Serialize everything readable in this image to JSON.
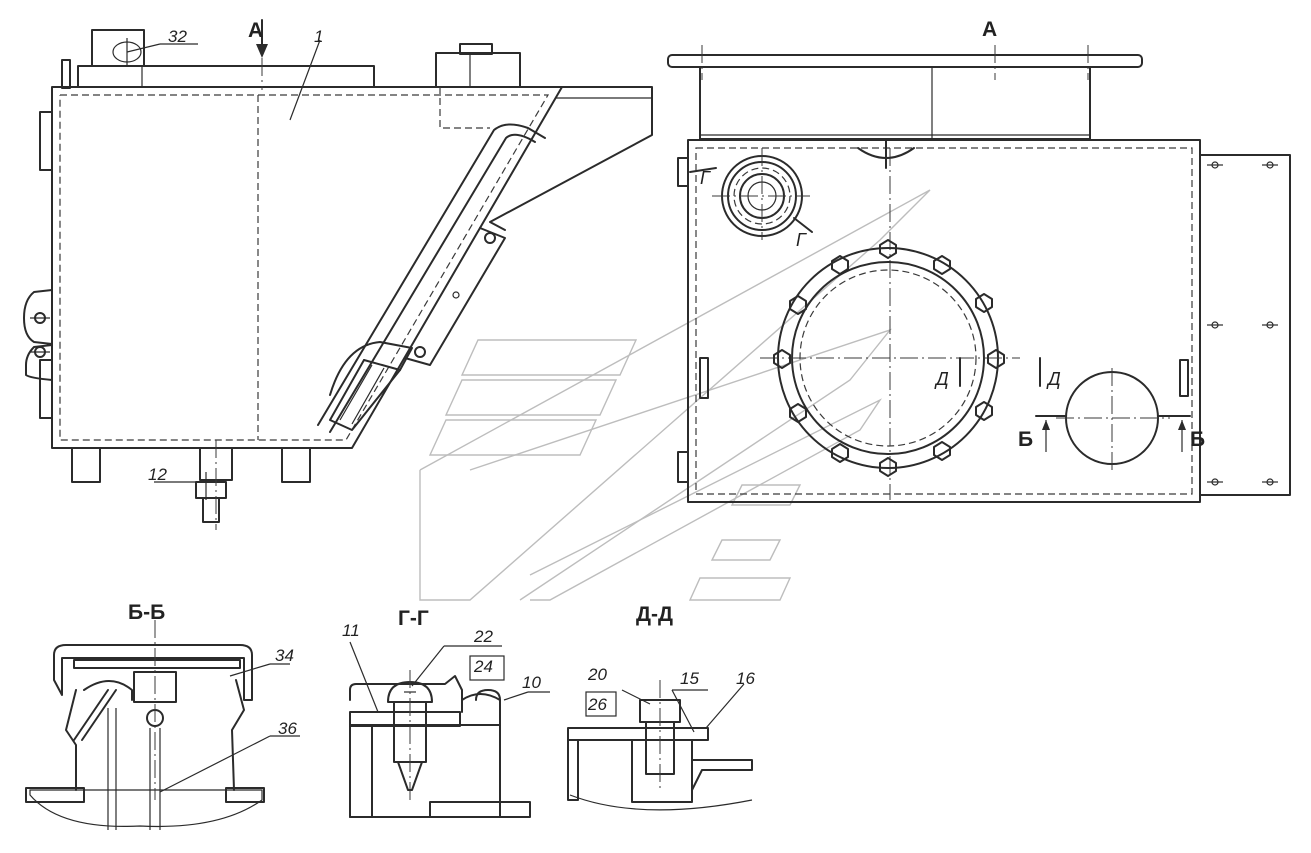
{
  "view_labels": {
    "view_a_arrow": "А",
    "view_a_title": "А",
    "section_b": "Б-Б",
    "section_g": "Г-Г",
    "section_d": "Д-Д"
  },
  "cut_marks": {
    "b_left": "Б",
    "b_right": "Б",
    "g_top": "Г",
    "g_bottom": "Г",
    "d_left": "Д",
    "d_right": "Д"
  },
  "callouts": {
    "c32": "32",
    "c1": "1",
    "c12": "12",
    "c34": "34",
    "c36": "36",
    "c11": "11",
    "c22": "22",
    "c24": "24",
    "c10": "10",
    "c20": "20",
    "c26": "26",
    "c15": "15",
    "c16": "16"
  },
  "colors": {
    "line": "#2b2b2b",
    "watermark": "#bdbdbd",
    "background": "#ffffff"
  }
}
